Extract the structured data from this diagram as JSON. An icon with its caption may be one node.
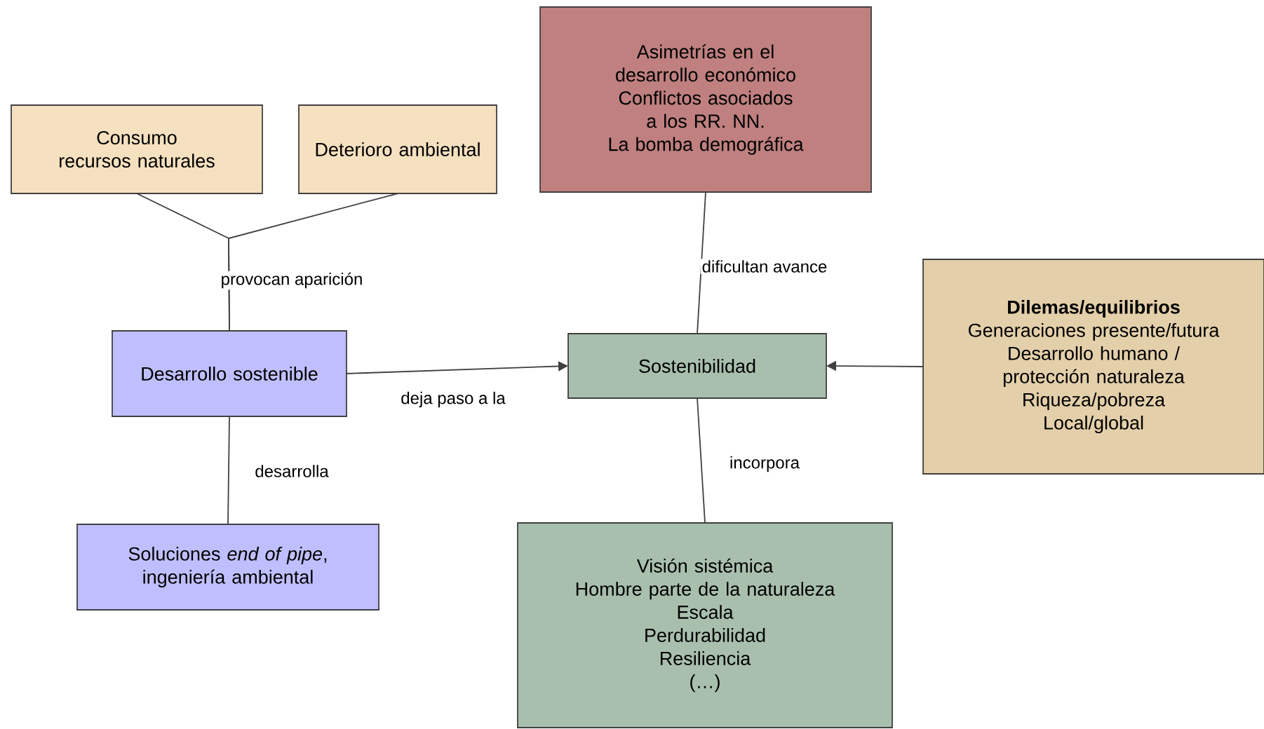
{
  "diagram": {
    "nodes": [
      {
        "text": [
          "Consumo recursos naturales"
        ]
      },
      {
        "text": [
          "Deterioro ambiental"
        ]
      },
      {
        "text": [
          "Desarrollo sostenible"
        ]
      },
      {
        "text": [
          "Soluciones *end of pipe*, ingeniería ambiental"
        ]
      },
      {
        "text": [
          "Asimetrías en el desarrollo económico",
          "Conflictos asociados a los RR. NN.",
          "La bomba demográfica"
        ]
      },
      {
        "text": [
          "Sostenibilidad"
        ]
      },
      {
        "text": [
          "Dilemas/equilibrios",
          "Generaciones presente/futura",
          "Desarrollo humano / protección naturaleza",
          "Riqueza/pobreza",
          "Local/global"
        ]
      },
      {
        "text": [
          "Visión sistémica",
          "Hombre parte de la naturaleza",
          "Escala",
          "Perdurabilidad",
          "Resiliencia",
          "(…)"
        ]
      }
    ],
    "edges": [
      {
        "from": 0,
        "to": 2,
        "arrow": "none",
        "label": "provocan aparición"
      },
      {
        "from": 1,
        "to": 2,
        "arrow": "none"
      },
      {
        "from": 2,
        "to": 3,
        "arrow": "none",
        "label": "desarrolla"
      },
      {
        "from": 2,
        "to": 5,
        "arrow": "to",
        "label": "deja paso a la"
      },
      {
        "from": 4,
        "to": 5,
        "arrow": "none",
        "label": "dificultan avance"
      },
      {
        "from": 6,
        "to": 5,
        "arrow": "to"
      },
      {
        "from": 5,
        "to": 7,
        "arrow": "none",
        "label": "incorpora"
      }
    ]
  }
}
